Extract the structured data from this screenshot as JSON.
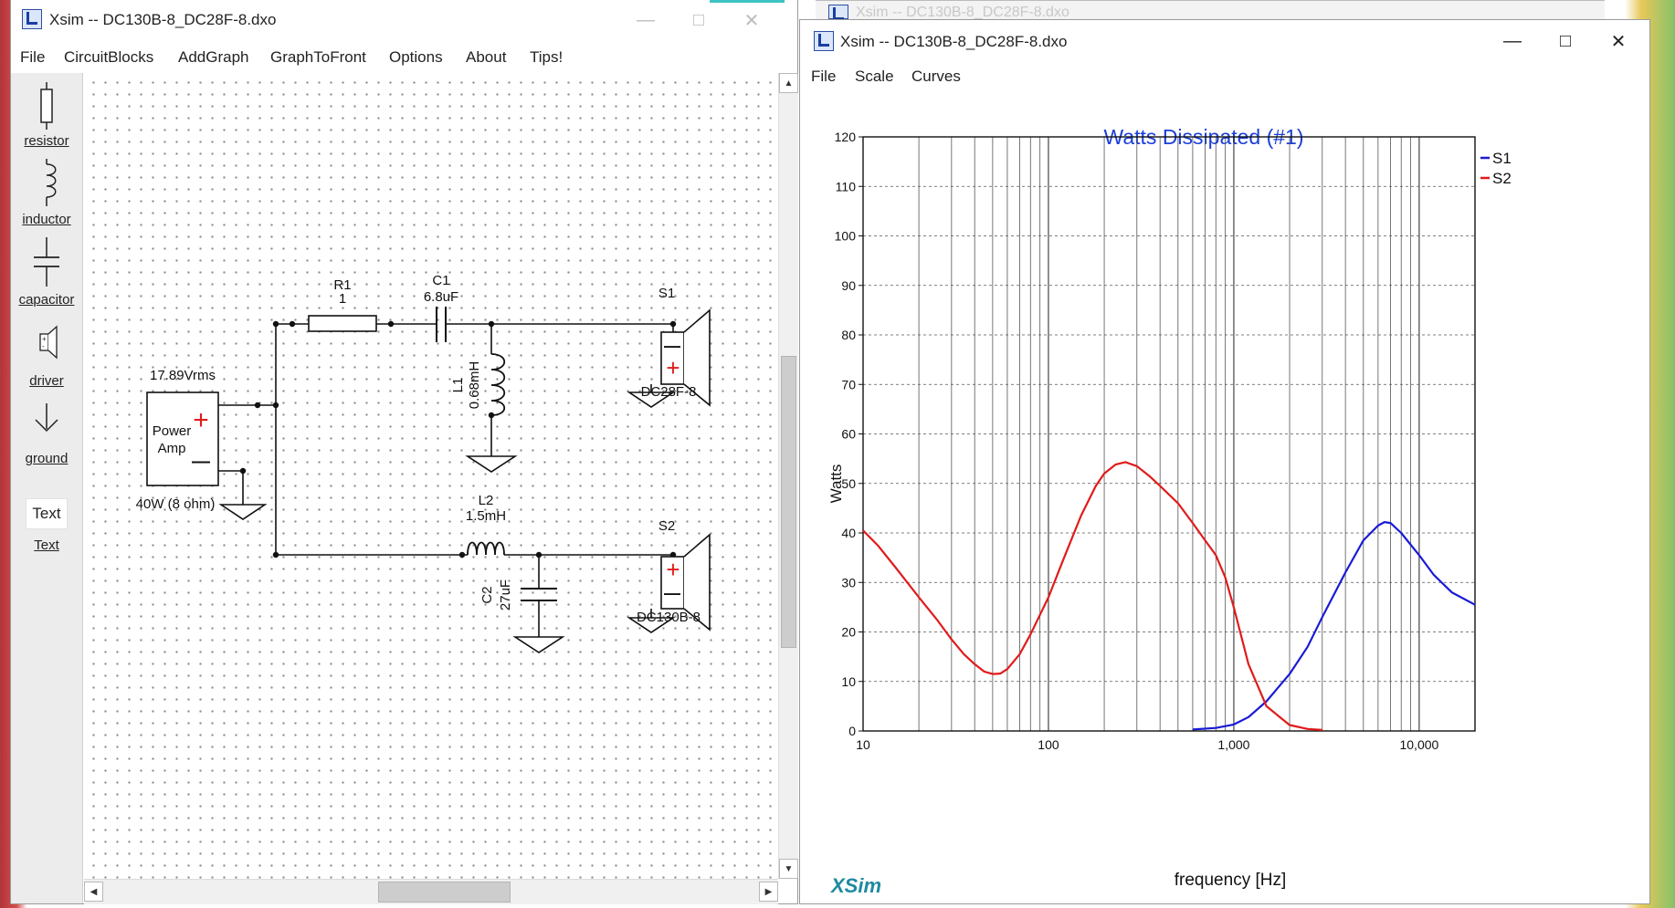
{
  "left_window": {
    "title": "Xsim -- DC130B-8_DC28F-8.dxo",
    "menu": [
      "File",
      "CircuitBlocks",
      "AddGraph",
      "GraphToFront",
      "Options",
      "About",
      "Tips!"
    ],
    "tools": [
      {
        "label": "resistor",
        "icon": "resistor-icon"
      },
      {
        "label": "inductor",
        "icon": "inductor-icon"
      },
      {
        "label": "capacitor",
        "icon": "capacitor-icon"
      },
      {
        "label": "driver",
        "icon": "driver-icon"
      },
      {
        "label": "ground",
        "icon": "ground-icon"
      }
    ],
    "text_tool_box": "Text",
    "text_tool_label": "Text",
    "schematic": {
      "r1_name": "R1",
      "r1_value": "1",
      "c1_name": "C1",
      "c1_value": "6.8uF",
      "l1_name": "L1",
      "l1_value": "0.68mH",
      "s1_name": "S1",
      "s1_driver": "DC28F-8",
      "amp_voltage": "17.89Vrms",
      "amp_label_1": "Power",
      "amp_label_2": "Amp",
      "amp_power": "40W (8 ohm)",
      "l2_name": "L2",
      "l2_value": "1.5mH",
      "c2_name": "C2",
      "c2_value": "27uF",
      "s2_name": "S2",
      "s2_driver": "DC130B-8",
      "plus": "+",
      "minus": "—"
    }
  },
  "right_window": {
    "back_title": "Xsim -- DC130B-8_DC28F-8.dxo",
    "title": "Xsim -- DC130B-8_DC28F-8.dxo",
    "menu": [
      "File",
      "Scale",
      "Curves"
    ],
    "watermark": "XSim"
  },
  "colors": {
    "s1": "#1a1ad6",
    "s2": "#e01b1b",
    "title_blue": "#1a3fd6",
    "watermark": "#1f8aa0"
  },
  "chart_data": {
    "type": "line",
    "title": "Watts Dissipated (#1)",
    "xlabel": "frequency [Hz]",
    "ylabel": "Watts",
    "xscale": "log",
    "xlim": [
      10,
      20000
    ],
    "ylim": [
      0,
      120
    ],
    "xtick_labels": [
      "10",
      "100",
      "1,000",
      "10,000"
    ],
    "ytick_labels": [
      "0",
      "10",
      "20",
      "30",
      "40",
      "50",
      "60",
      "70",
      "80",
      "90",
      "100",
      "110",
      "120"
    ],
    "grid": true,
    "legend": "top-right",
    "series": [
      {
        "name": "S1",
        "color": "#1a1ad6",
        "x": [
          600,
          800,
          1000,
          1200,
          1500,
          2000,
          2500,
          3000,
          4000,
          5000,
          6000,
          6500,
          7000,
          8000,
          10000,
          12000,
          15000,
          20000
        ],
        "y": [
          0.3,
          0.6,
          1.3,
          2.8,
          6,
          11.5,
          17,
          23,
          32,
          38.5,
          41.5,
          42.2,
          42,
          40,
          35.5,
          31.5,
          28,
          25.5
        ]
      },
      {
        "name": "S2",
        "color": "#e01b1b",
        "x": [
          10,
          12,
          15,
          20,
          25,
          30,
          35,
          40,
          45,
          50,
          55,
          60,
          70,
          80,
          100,
          120,
          150,
          180,
          200,
          230,
          260,
          300,
          350,
          400,
          500,
          600,
          700,
          800,
          900,
          1000,
          1200,
          1500,
          2000,
          2500,
          3000
        ],
        "y": [
          40.5,
          37.5,
          33,
          27,
          22.5,
          18.5,
          15.5,
          13.5,
          12,
          11.5,
          11.6,
          12.5,
          15.5,
          19.5,
          27,
          34.5,
          43.5,
          49.5,
          52,
          53.8,
          54.3,
          53.5,
          51.5,
          49.5,
          46,
          42,
          38.5,
          35.5,
          31,
          25,
          13.5,
          5,
          1.2,
          0.4,
          0.2
        ]
      }
    ]
  }
}
